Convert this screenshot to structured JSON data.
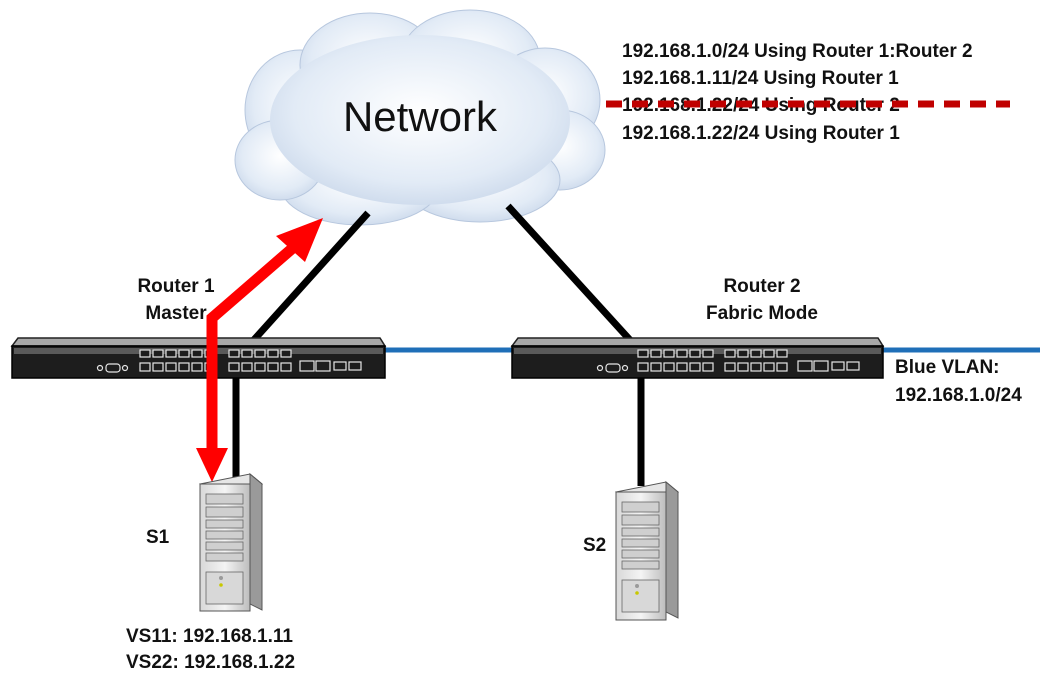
{
  "cloud": {
    "label": "Network"
  },
  "routes": [
    {
      "text": "192.168.1.0/24 Using Router 1:Router 2",
      "struck": false
    },
    {
      "text": "192.168.1.11/24 Using Router 1",
      "struck": false
    },
    {
      "text": "192.168.1.22/24 Using Router 2",
      "struck": true
    },
    {
      "text": "192.168.1.22/24 Using Router 1",
      "struck": false
    }
  ],
  "router1": {
    "name": "Router 1",
    "role": "Master"
  },
  "router2": {
    "name": "Router 2",
    "role": "Fabric Mode"
  },
  "vlan": {
    "name": "Blue VLAN:",
    "subnet": "192.168.1.0/24"
  },
  "servers": {
    "s1": {
      "name": "S1",
      "vips": [
        "VS11: 192.168.1.11",
        "VS22: 192.168.1.22"
      ]
    },
    "s2": {
      "name": "S2"
    }
  },
  "colors": {
    "vlan_link": "#1f6fb8",
    "traffic_arrow": "#ff0000",
    "strike": "#c00000",
    "cloud": "#dbe6f4"
  }
}
